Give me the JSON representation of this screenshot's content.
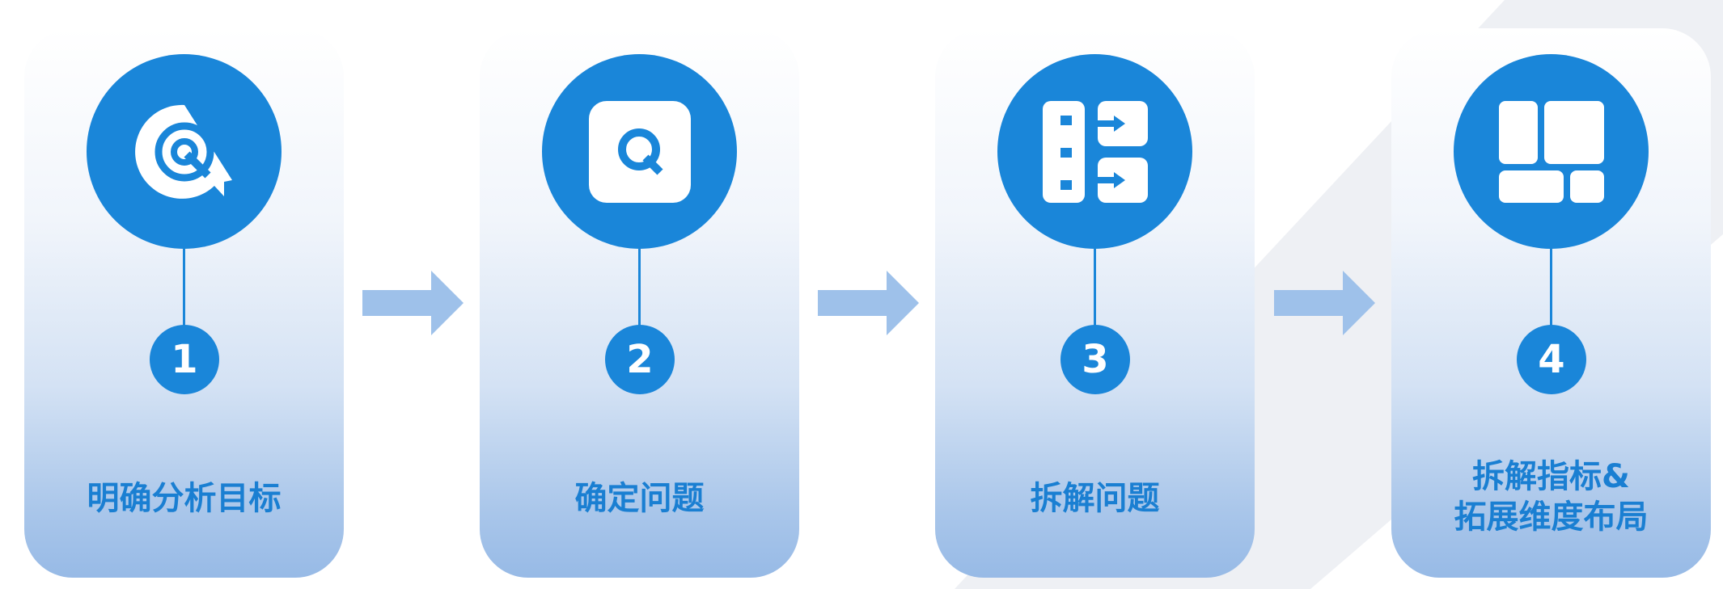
{
  "steps": [
    {
      "number": "1",
      "label": "明确分析目标",
      "icon": "target-icon"
    },
    {
      "number": "2",
      "label": "确定问题",
      "icon": "question-icon"
    },
    {
      "number": "3",
      "label": "拆解问题",
      "icon": "split-icon"
    },
    {
      "number": "4",
      "label_line1": "拆解指标&",
      "label_line2": "拓展维度布局",
      "icon": "layout-icon"
    }
  ],
  "colors": {
    "primary": "#1a86d9",
    "label": "#1a7fd2",
    "arrow": "#9ec1ea",
    "card_top": "#ffffff",
    "card_bottom": "#97bae6"
  }
}
